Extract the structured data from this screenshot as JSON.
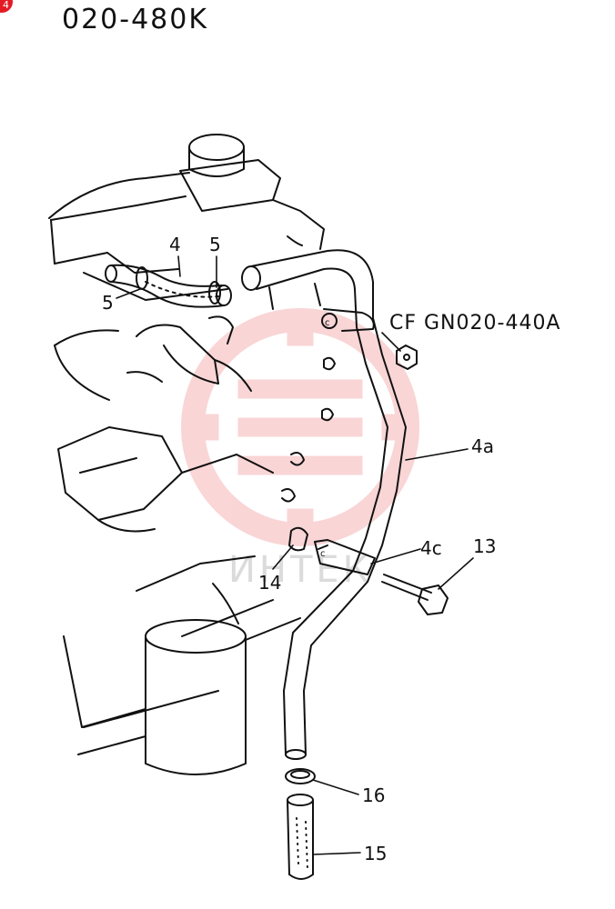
{
  "diagram": {
    "part_number": "020-480K",
    "corner_mark": "4",
    "watermark_text": "ИНТЕК",
    "colors": {
      "line": "#111111",
      "watermark": "#e31b23"
    },
    "callouts": {
      "c4": "4",
      "c5_top": "5",
      "c5_left": "5",
      "cf_ref": "CF GN020-440A",
      "c4a": "4a",
      "c4c": "4c",
      "c13": "13",
      "c14": "14",
      "c16": "16",
      "c15": "15",
      "clamp_c1": "c",
      "clamp_c2": "c"
    }
  }
}
